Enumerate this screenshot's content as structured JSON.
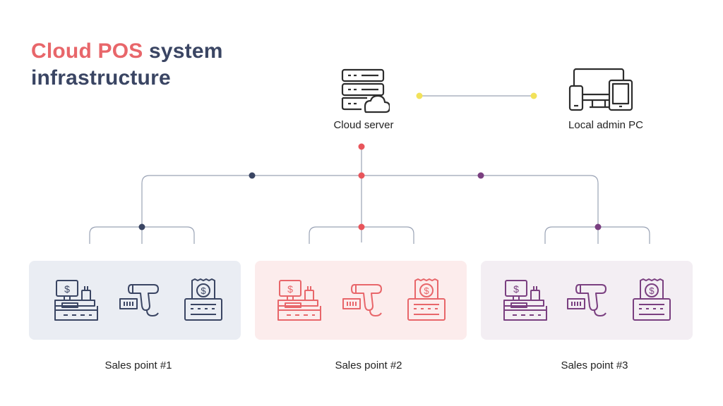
{
  "title": {
    "accent": "Cloud POS",
    "rest_line1": " system",
    "line2": "infrastructure"
  },
  "nodes": {
    "cloud_server": "Cloud server",
    "local_admin_pc": "Local admin PC"
  },
  "sales_points": [
    {
      "label": "Sales point #1",
      "color": "#3a4563",
      "bg": "#eaedf3"
    },
    {
      "label": "Sales point #2",
      "color": "#e8666a",
      "bg": "#fcecec"
    },
    {
      "label": "Sales point #3",
      "color": "#7a3f80",
      "bg": "#f3eef3"
    }
  ],
  "colors": {
    "line": "#9aa3b5",
    "link_dot": "#f2e25a",
    "server_dot": "#e8555b",
    "dark_icon": "#2d2d2d"
  },
  "icons": [
    "server-icon",
    "cloud-icon",
    "devices-icon",
    "pos-terminal-icon",
    "barcode-scanner-icon",
    "receipt-printer-icon"
  ]
}
